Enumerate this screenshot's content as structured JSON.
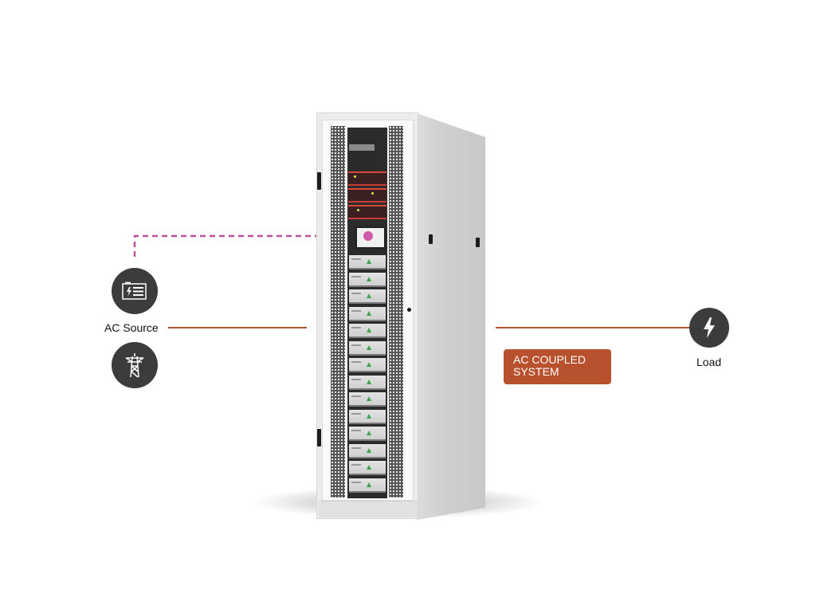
{
  "diagram": {
    "left": {
      "label": "AC Source",
      "icons": [
        {
          "name": "battery-inverter-icon",
          "semantic": "battery with lightning bolt"
        },
        {
          "name": "transmission-tower-icon",
          "semantic": "power grid tower"
        }
      ]
    },
    "right": {
      "label": "Load",
      "icon": {
        "name": "lightning-bolt-icon",
        "semantic": "electric load"
      }
    },
    "badge": {
      "line1": "AC COUPLED",
      "line2": "SYSTEM"
    },
    "colors": {
      "connection_line": "#b5532e",
      "badge_bg": "#b8512e",
      "icon_circle": "#3c3c3c",
      "control_link": "#c0509a"
    },
    "cabinet": {
      "description": "Energy storage cabinet with PCS units and battery modules",
      "pcs_units": 3,
      "battery_modules": 14
    }
  }
}
